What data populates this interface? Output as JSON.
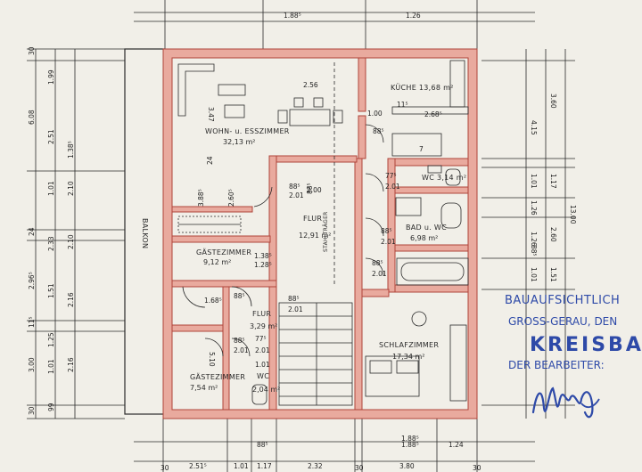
{
  "rooms": {
    "wohn_label": "WOHN- u. ESSZIMMER",
    "wohn_area": "32,13 m²",
    "kueche_label": "KÜCHE 13,68 m²",
    "wc1_label": "WC 3,14 m²",
    "bad_label": "BAD u. WC",
    "bad_area": "6,98 m²",
    "flur_label": "FLUR",
    "flur_area": "12,91 m²",
    "gaeste1_label": "GÄSTEZIMMER",
    "gaeste1_area": "9,12 m²",
    "flur2_label": "FLUR",
    "flur2_area": "3,29 m²",
    "schlaf_label": "SCHLAFZIMMER",
    "schlaf_area": "17,34 m²",
    "gaeste2_label": "GÄSTEZIMMER",
    "gaeste2_area": "7,54 m²",
    "wc2_label": "WC",
    "wc2_area": "2,04 m²",
    "balkon_label": "BALKON",
    "stair_label": "STAHLTRÄGER"
  },
  "dims_top": [
    "1.88⁵",
    "1.26"
  ],
  "dims_bottom_row1": [
    "88⁵",
    "1.88⁵",
    "1.24"
  ],
  "dims_bottom_row2": [
    "30",
    "2.51⁵",
    "1.01",
    "1.17",
    "2.32",
    "30",
    "3.80",
    "30"
  ],
  "dims_left_outer": [
    "30",
    "6.08",
    "24",
    "2.96⁵",
    "11⁵",
    "3.00",
    "30"
  ],
  "dims_left_inner": [
    "1.99",
    "2.51",
    "1.01",
    "2.33",
    "1.51",
    "1.25",
    "1.01",
    "99"
  ],
  "dims_left_inner2": [
    "1.38⁵",
    "2.10",
    "2.10",
    "2.16",
    "2.16"
  ],
  "dims_right": [
    "4.15",
    "3.60",
    "13.00",
    "2.60",
    "1.26",
    "1.01",
    "1.17",
    "88⁵",
    "1.26",
    "1.01",
    "1.51"
  ],
  "dims_inner": [
    "2.56",
    "1.00",
    "11⁵",
    "2.68⁵",
    "88⁵",
    "77⁵",
    "2.01",
    "88⁵",
    "2.01",
    "88⁵",
    "2.01",
    "3.88⁵",
    "2.60⁵",
    "24",
    "88⁵",
    "2.01",
    "88⁵",
    "2.00",
    "1.38⁵",
    "88⁵",
    "2.01",
    "88⁵",
    "1.68⁵",
    "1.88⁵",
    "77⁵",
    "2.01",
    "1.01",
    "5.10",
    "88⁵",
    "2.01",
    "1.28⁵",
    "3.47",
    "7"
  ],
  "stamp": {
    "line1": "BAUAUFSICHTLICH",
    "line2": "GROSS-GERAU, DEN",
    "line3": "KREISBA",
    "line4": "DER BEARBEITER:"
  },
  "colors": {
    "wall_fill": "#e9aa9e",
    "wall_stroke": "#b0443a",
    "line": "#2a2a2a",
    "stamp": "#2e4aa8"
  }
}
